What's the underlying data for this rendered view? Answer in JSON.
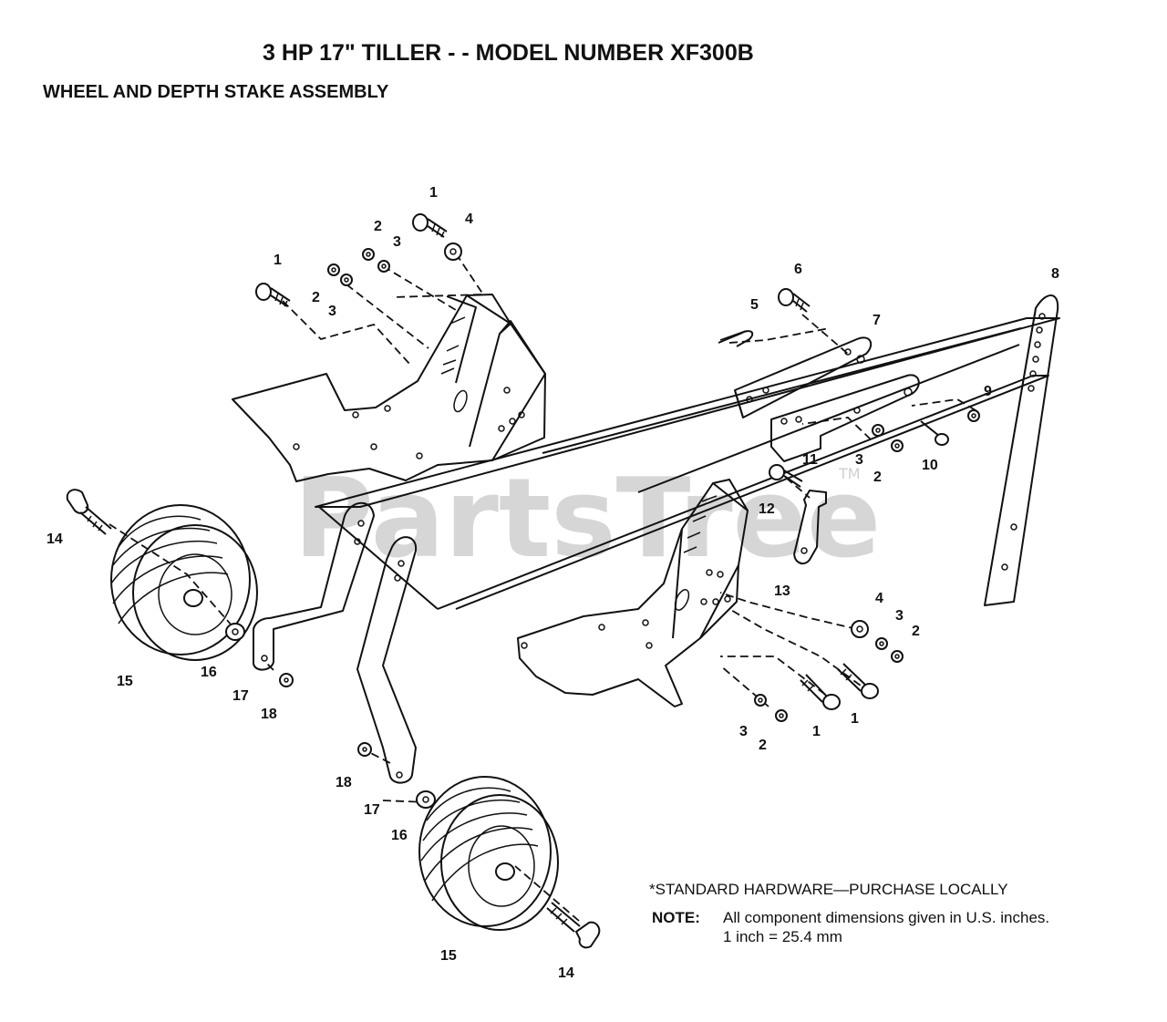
{
  "header": {
    "title": "3 HP  17\" TILLER - - MODEL NUMBER XF300B",
    "subtitle": "WHEEL AND DEPTH STAKE ASSEMBLY"
  },
  "watermark": {
    "text": "PartsTree",
    "tm": "TM"
  },
  "footer": {
    "standard_hardware": "*STANDARD HARDWARE—PURCHASE LOCALLY",
    "note_label": "NOTE:",
    "note_line1": "All component dimensions given in U.S. inches.",
    "note_line2": "1 inch = 25.4 mm"
  },
  "callouts": {
    "c1a": "1",
    "c1b": "1",
    "c1c": "1",
    "c1d": "1",
    "c2a": "2",
    "c2b": "2",
    "c2c": "2",
    "c2d": "2",
    "c2e": "2",
    "c3a": "3",
    "c3b": "3",
    "c3c": "3",
    "c3d": "3",
    "c3e": "3",
    "c4a": "4",
    "c4b": "4",
    "c5": "5",
    "c6": "6",
    "c7": "7",
    "c8": "8",
    "c9": "9",
    "c10": "10",
    "c11": "11",
    "c12": "12",
    "c13": "13",
    "c14a": "14",
    "c14b": "14",
    "c15a": "15",
    "c15b": "15",
    "c16a": "16",
    "c16b": "16",
    "c17a": "17",
    "c17b": "17",
    "c18a": "18",
    "c18b": "18"
  },
  "colors": {
    "ink": "#111111",
    "watermark": "#d6d6d6",
    "background": "#ffffff"
  }
}
